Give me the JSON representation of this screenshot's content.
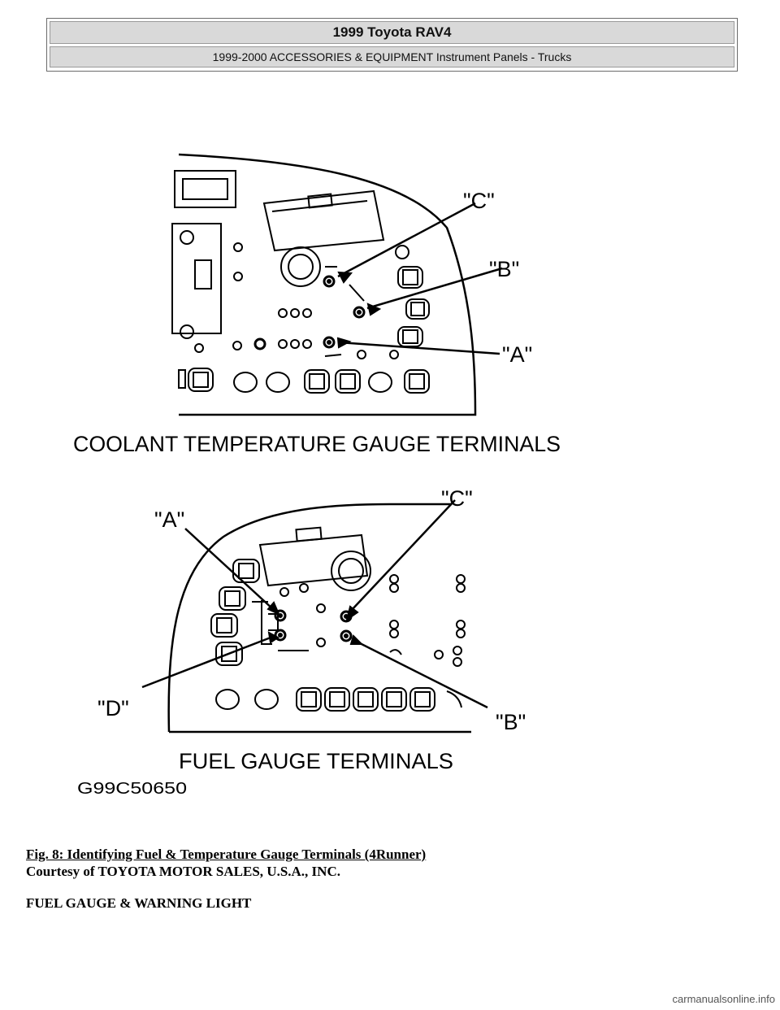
{
  "header": {
    "title": "1999 Toyota RAV4",
    "subtitle": "1999-2000 ACCESSORIES & EQUIPMENT Instrument Panels - Trucks"
  },
  "figure": {
    "top_panel_title": "COOLANT TEMPERATURE GAUGE TERMINALS",
    "bottom_panel_title": "FUEL GAUGE TERMINALS",
    "figure_code": "G99C50650",
    "top_labels": {
      "c": "\"C\"",
      "b": "\"B\"",
      "a": "\"A\""
    },
    "bottom_labels": {
      "a": "\"A\"",
      "c": "\"C\"",
      "d": "\"D\"",
      "b": "\"B\""
    }
  },
  "caption": "Fig. 8: Identifying Fuel & Temperature Gauge Terminals (4Runner)",
  "courtesy": "Courtesy of TOYOTA MOTOR SALES, U.S.A., INC.",
  "section_heading": "FUEL GAUGE & WARNING LIGHT",
  "watermark": "carmanualsonline.info"
}
